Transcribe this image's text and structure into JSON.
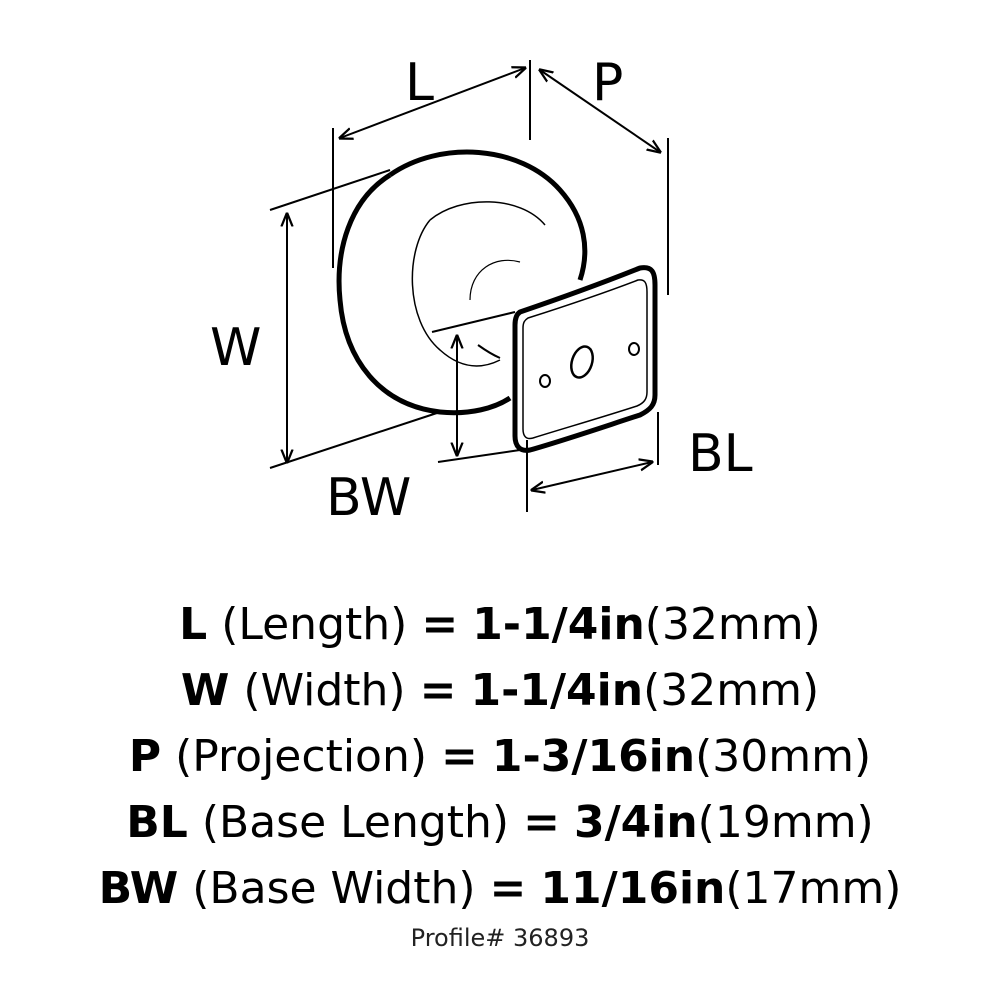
{
  "diagram": {
    "labels": {
      "L": "L",
      "P": "P",
      "W": "W",
      "BW": "BW",
      "BL": "BL"
    }
  },
  "specs": [
    {
      "key": "L",
      "desc": "(Length)",
      "eq": "=",
      "imperial": "1-1/4in",
      "metric": "(32mm)"
    },
    {
      "key": "W",
      "desc": "(Width)",
      "eq": "=",
      "imperial": "1-1/4in",
      "metric": "(32mm)"
    },
    {
      "key": "P",
      "desc": "(Projection)",
      "eq": "=",
      "imperial": "1-3/16in",
      "metric": "(30mm)"
    },
    {
      "key": "BL",
      "desc": "(Base Length)",
      "eq": "=",
      "imperial": "3/4in",
      "metric": "(19mm)"
    },
    {
      "key": "BW",
      "desc": "(Base Width)",
      "eq": "=",
      "imperial": "11/16in",
      "metric": "(17mm)"
    }
  ],
  "profile": "Profile# 36893"
}
